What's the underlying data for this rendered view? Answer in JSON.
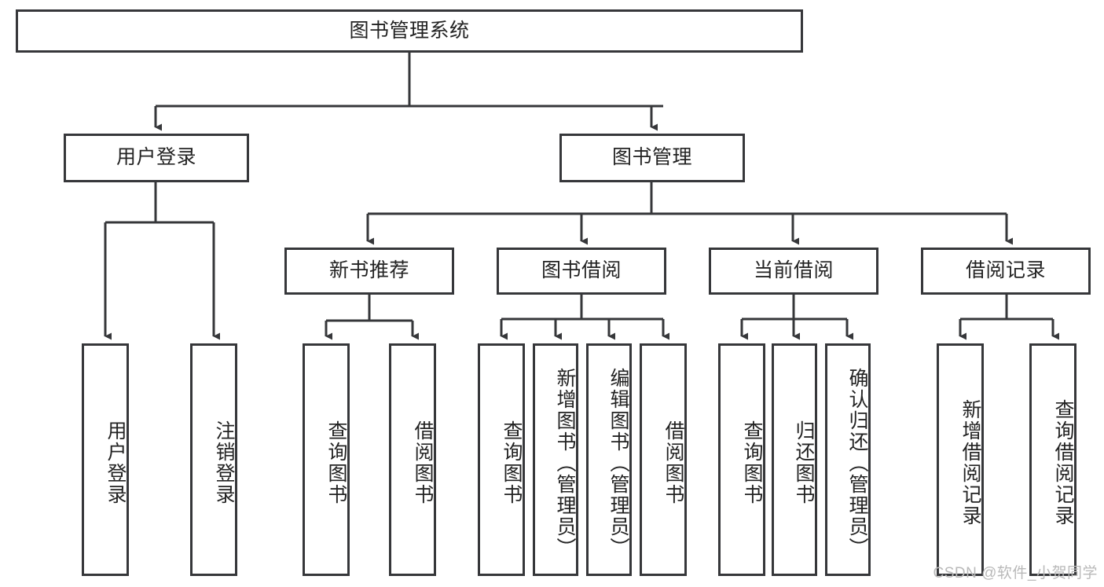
{
  "diagram": {
    "title": "图书管理系统",
    "watermark": "CSDN @软件_小贺同学",
    "colors": {
      "stroke": "#36373a",
      "text": "#232323",
      "background": "#ffffff",
      "watermark": "#b9b9b9"
    },
    "root": {
      "label": "图书管理系统"
    },
    "level2": [
      {
        "label": "用户登录"
      },
      {
        "label": "图书管理"
      }
    ],
    "level3": [
      {
        "label": "新书推荐"
      },
      {
        "label": "图书借阅"
      },
      {
        "label": "当前借阅"
      },
      {
        "label": "借阅记录"
      }
    ],
    "leaves": {
      "user_login": [
        {
          "label": "用户登录"
        },
        {
          "label": "注销登录"
        }
      ],
      "new_books": [
        {
          "label": "查询图书"
        },
        {
          "label": "借阅图书"
        }
      ],
      "book_borrow": [
        {
          "label": "查询图书"
        },
        {
          "label": "新增图书（管理员）"
        },
        {
          "label": "编辑图书（管理员）"
        },
        {
          "label": "借阅图书"
        }
      ],
      "current_borrow": [
        {
          "label": "查询图书"
        },
        {
          "label": "归还图书"
        },
        {
          "label": "确认归还（管理员）"
        }
      ],
      "borrow_records": [
        {
          "label": "新增借阅记录"
        },
        {
          "label": "查询借阅记录"
        }
      ]
    }
  }
}
